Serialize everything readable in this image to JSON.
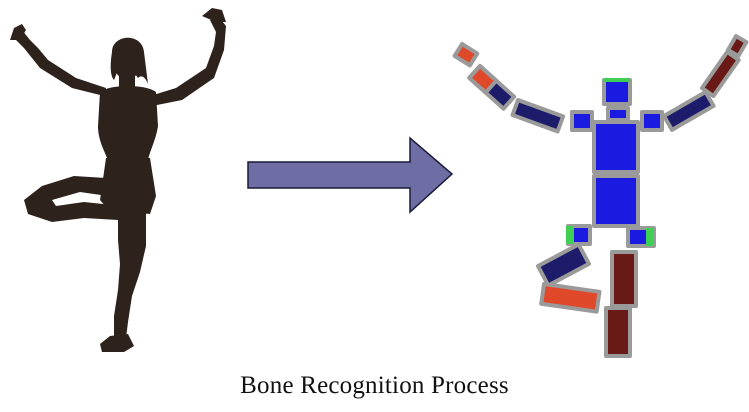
{
  "figure": {
    "caption": "Bone Recognition Process",
    "panels": [
      {
        "name": "input-silhouette",
        "depicts": "person-tree-pose"
      },
      {
        "name": "process-arrow",
        "depicts": "right-arrow"
      },
      {
        "name": "skeleton-model",
        "depicts": "block-bone-model"
      }
    ]
  },
  "colors": {
    "silhouette": "#2e221d",
    "arrow_fill": "#6e6ea4",
    "arrow_stroke": "#1a1a3a",
    "bone_blue": "#1a1ae0",
    "bone_navy": "#1c1c6a",
    "bone_red": "#e0482a",
    "bone_darkred": "#6a1a16",
    "bone_green": "#3fcf55",
    "bone_outline": "#9a9a9a"
  }
}
